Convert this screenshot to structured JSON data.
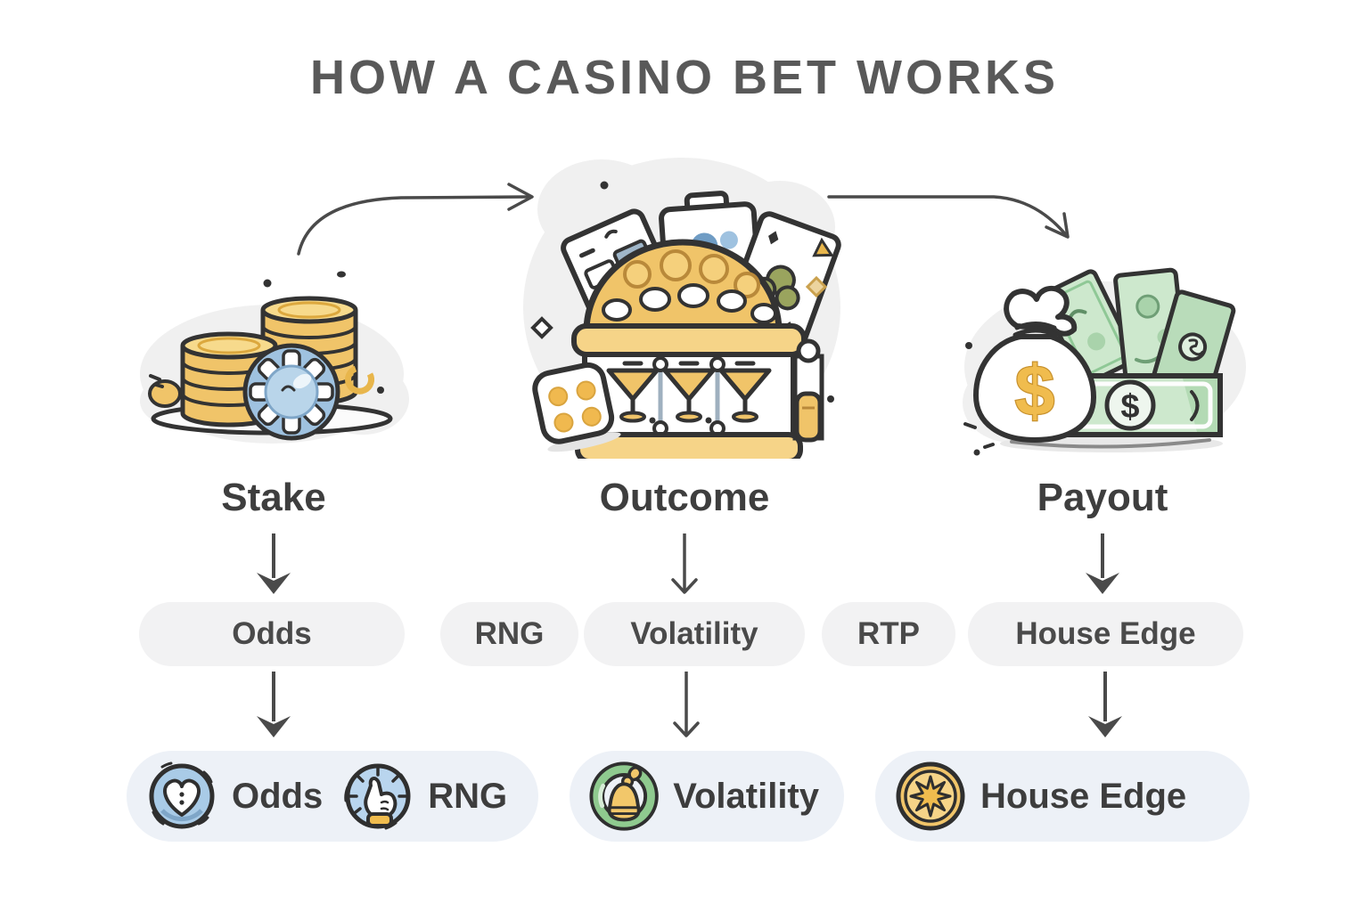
{
  "title": "HOW A CASINO BET WORKS",
  "currency_symbol": "$",
  "stages": [
    {
      "label": "Stake",
      "illustration": "coin-stacks-and-casino-chip"
    },
    {
      "label": "Outcome",
      "illustration": "slot-machine-cards-and-dice"
    },
    {
      "label": "Payout",
      "illustration": "money-bag-and-banknotes"
    }
  ],
  "factor_pills": [
    {
      "label": "Odds"
    },
    {
      "label": "RNG"
    },
    {
      "label": "Volatility"
    },
    {
      "label": "RTP"
    },
    {
      "label": "House Edge"
    }
  ],
  "legend": {
    "odds_label": "Odds",
    "rng_label": "RNG",
    "volatility_label": "Volatility",
    "house_edge_label": "House Edge"
  },
  "colors": {
    "gold": "#f0c469",
    "gold_light": "#f7da8c",
    "blue": "#a9cbe7",
    "green_note": "#cde8cd",
    "outline": "#333333",
    "arrow": "#4a4a4a",
    "pill_bg": "#f2f2f3",
    "legend_pill_bg": "#edf1f7",
    "title_text": "#595959",
    "label_text": "#3e3e3e"
  }
}
